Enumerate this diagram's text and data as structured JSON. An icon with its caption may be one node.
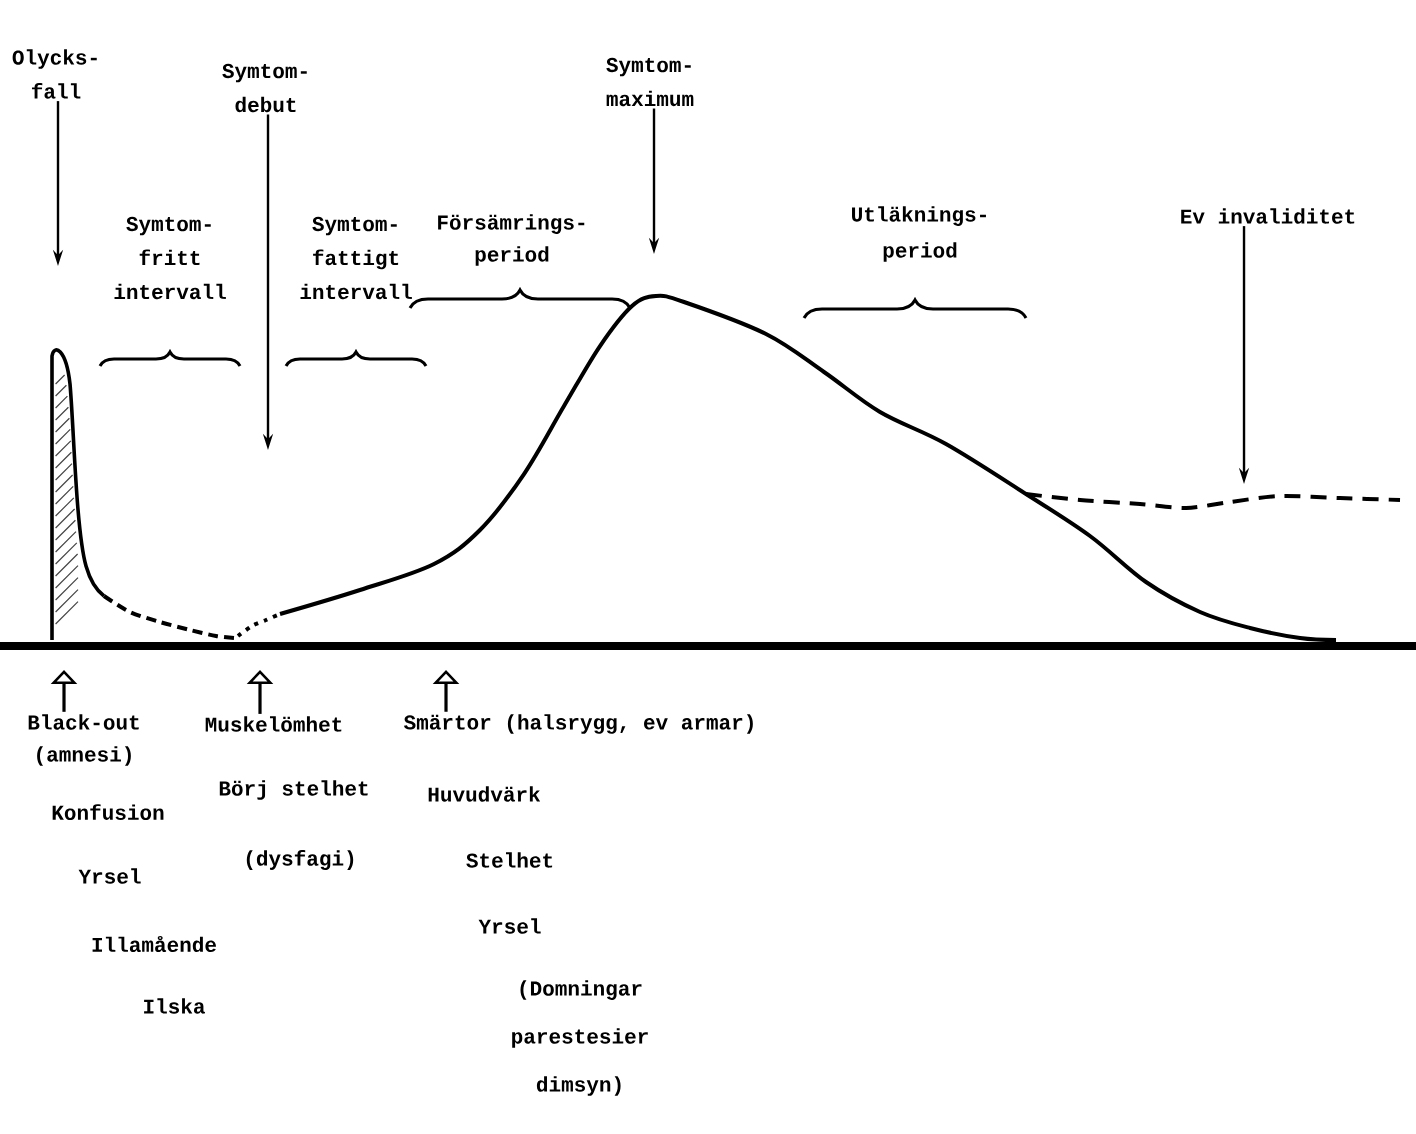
{
  "diagram": {
    "nodes": [
      {
        "text": [
          "Olycks- fall"
        ]
      },
      {
        "text": [
          "Symtom- debut"
        ]
      },
      {
        "text": [
          "Symtom- maximum"
        ]
      },
      {
        "text": [
          "Ev invaliditet"
        ]
      },
      {
        "text": [
          "Black-out (amnesi)"
        ]
      },
      {
        "text": [
          "Muskelömhet"
        ]
      },
      {
        "text": [
          "Smärtor (halsrygg, ev armar)"
        ]
      }
    ],
    "edges": [
      {
        "from": 0,
        "to": null,
        "arrow": "to"
      },
      {
        "from": 1,
        "to": null,
        "arrow": "to"
      },
      {
        "from": 2,
        "to": null,
        "arrow": "to"
      },
      {
        "from": 3,
        "to": null,
        "arrow": "to"
      },
      {
        "from": 4,
        "to": null,
        "arrow": "to"
      },
      {
        "from": 5,
        "to": null,
        "arrow": "to"
      },
      {
        "from": 6,
        "to": null,
        "arrow": "to"
      }
    ],
    "labels": [
      "Symtom- fritt intervall",
      "Symtom- fattigt intervall",
      "Försämrings- period",
      "Utläknings- period",
      "Konfusion",
      "Yrsel",
      "Illamående",
      "Ilska",
      "Börj stelhet",
      "(dysfagi)",
      "Huvudvärk",
      "Stelhet",
      "Yrsel",
      "(Domningar parestesier dimsyn)"
    ]
  }
}
